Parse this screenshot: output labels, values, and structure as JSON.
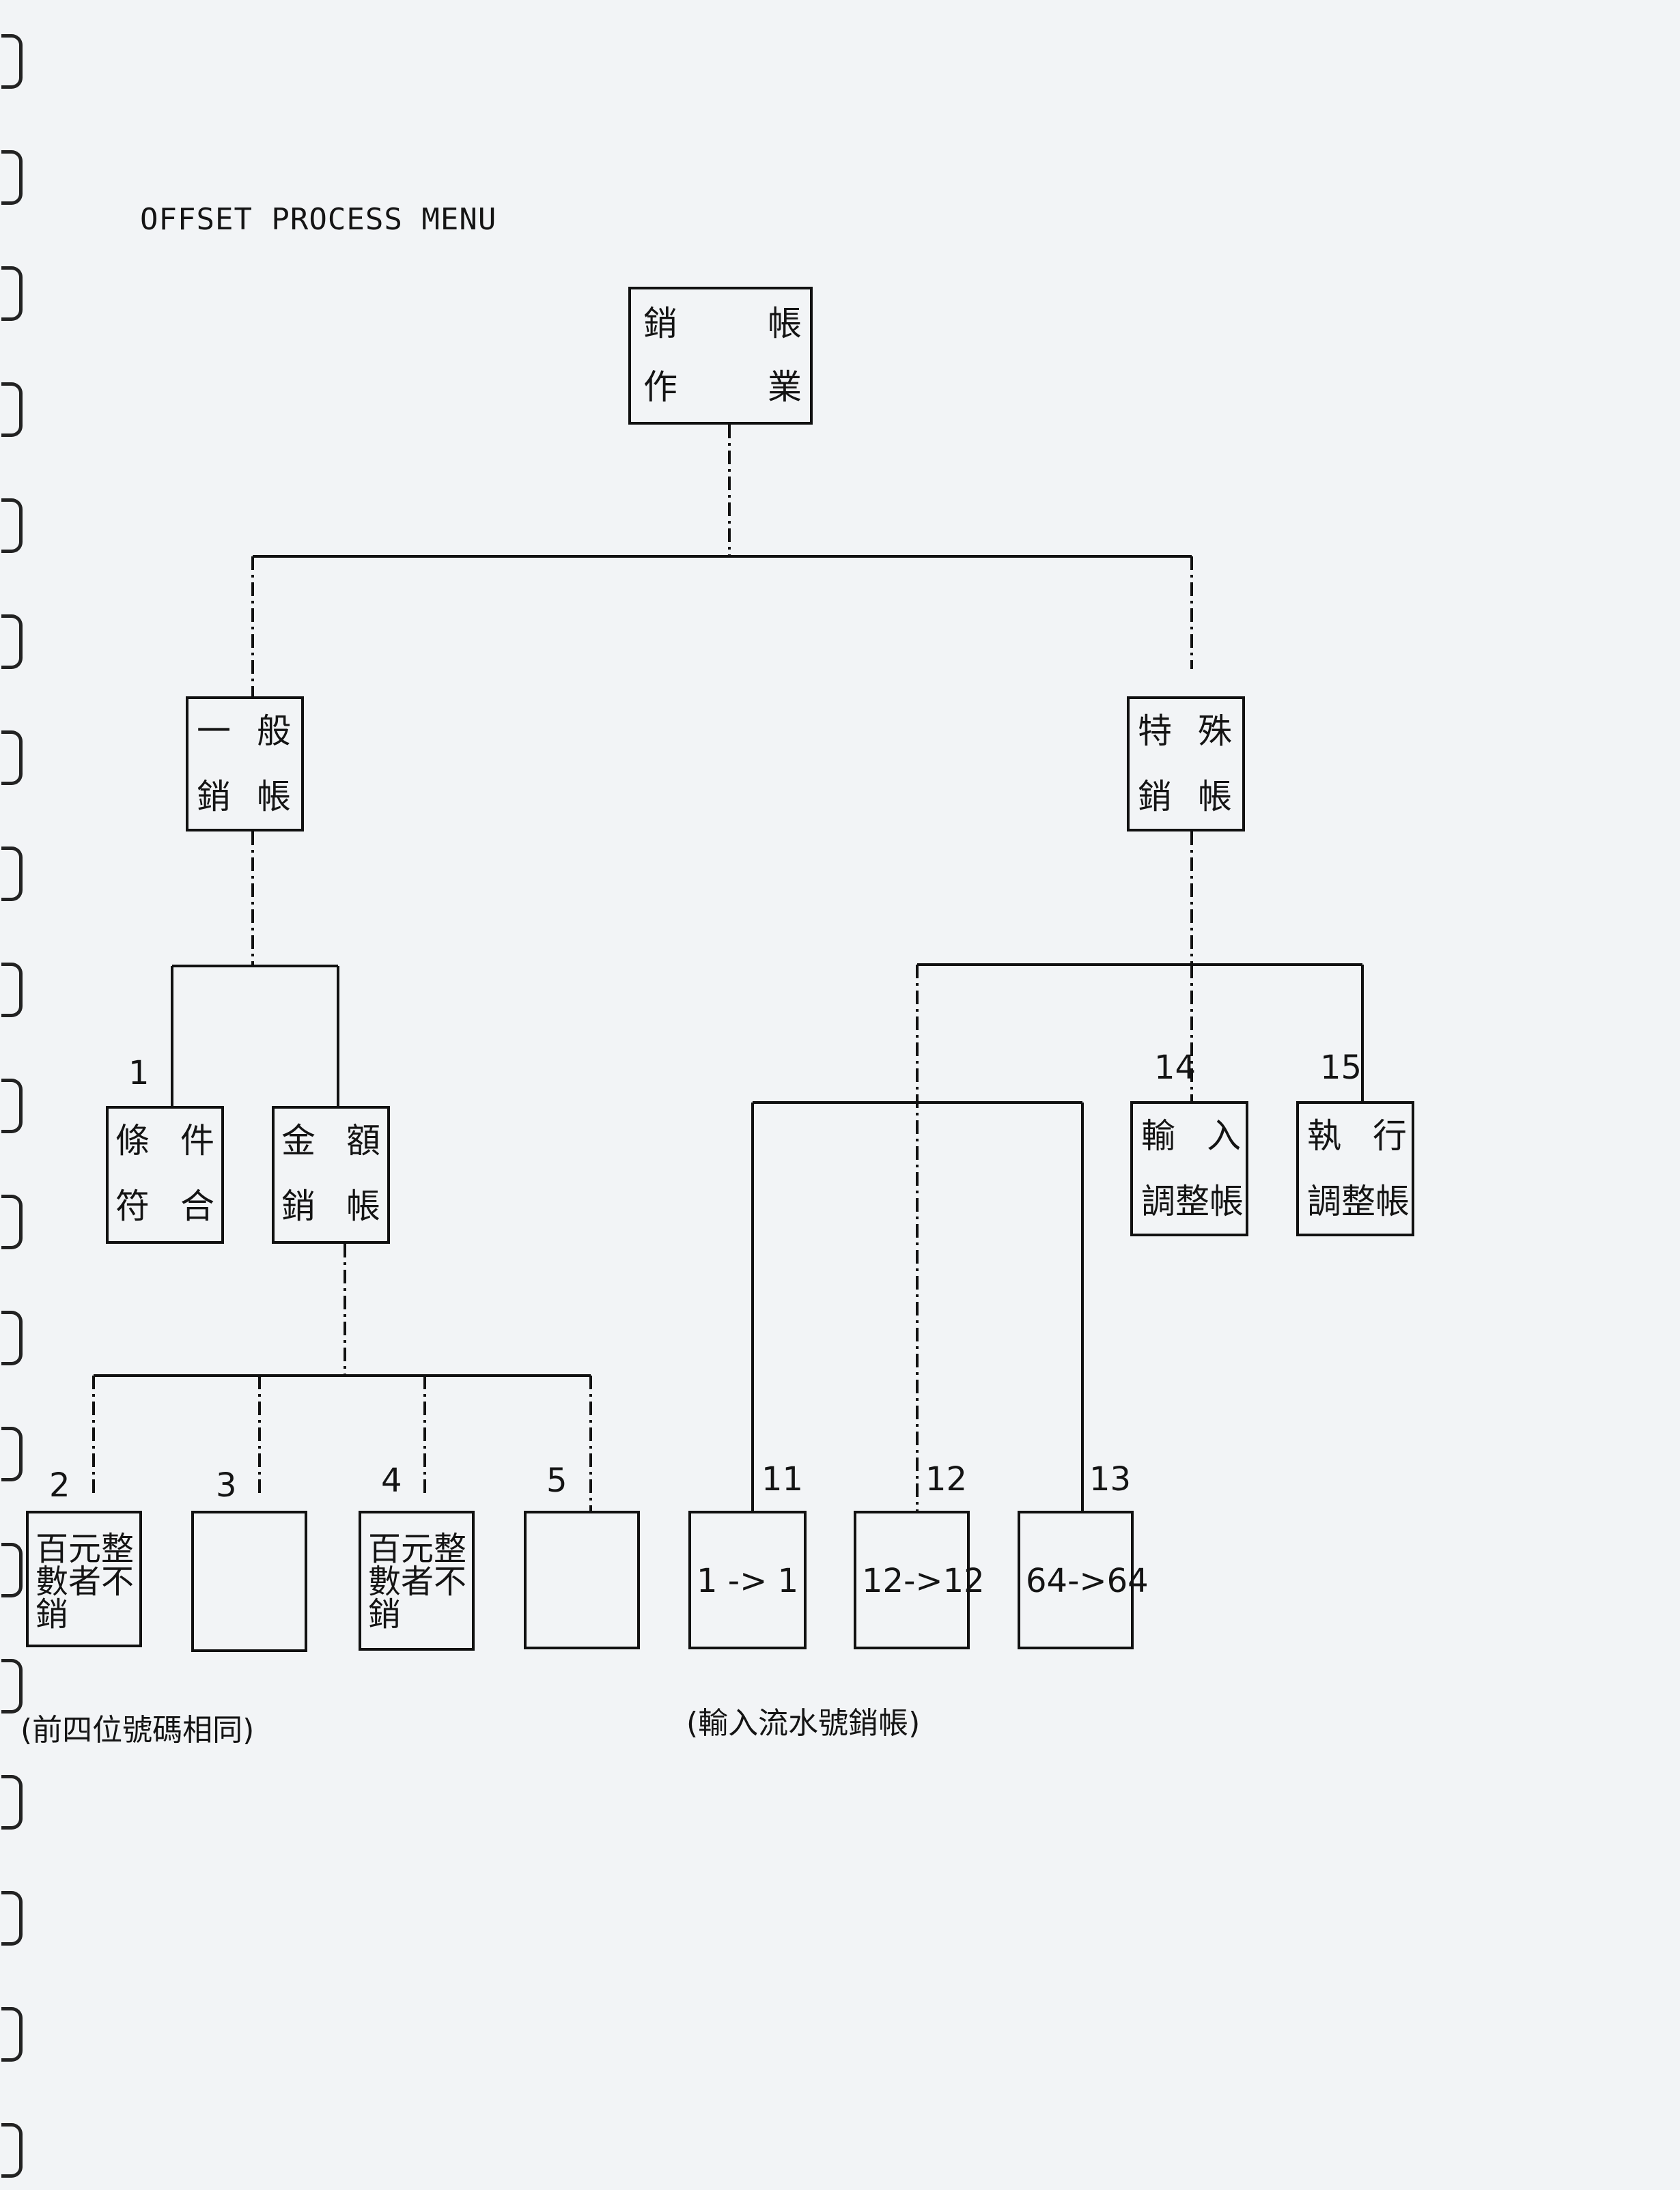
{
  "page": {
    "title": "OFFSET PROCESS MENU",
    "notes": {
      "general_group": "(前四位號碼相同)",
      "serial_group": "(輸入流水號銷帳)"
    }
  },
  "diagram": {
    "root": {
      "lines": [
        [
          "銷",
          "帳"
        ],
        [
          "作",
          "業"
        ]
      ]
    },
    "general": {
      "lines": [
        [
          "一",
          "般"
        ],
        [
          "銷",
          "帳"
        ]
      ]
    },
    "special": {
      "lines": [
        [
          "特",
          "殊"
        ],
        [
          "銷",
          "帳"
        ]
      ]
    },
    "level3": [
      {
        "number": "1",
        "lines": [
          [
            "條",
            "件"
          ],
          [
            "符",
            "合"
          ]
        ]
      },
      {
        "number": "",
        "lines": [
          [
            "金",
            "額"
          ],
          [
            "銷",
            "帳"
          ]
        ]
      },
      {
        "number": "14",
        "lines": [
          [
            "輸",
            "入"
          ],
          [
            "調整帳",
            ""
          ]
        ]
      },
      {
        "number": "15",
        "lines": [
          [
            "執",
            "行"
          ],
          [
            "調整帳",
            ""
          ]
        ]
      }
    ],
    "leaves": [
      {
        "number": "2",
        "text": "百元整\n數者不\n銷"
      },
      {
        "number": "3",
        "text": ""
      },
      {
        "number": "4",
        "text": "百元整\n數者不\n銷"
      },
      {
        "number": "5",
        "text": ""
      },
      {
        "number": "11",
        "text": "1 -> 1"
      },
      {
        "number": "12",
        "text": "12->12"
      },
      {
        "number": "13",
        "text": "64->64"
      }
    ]
  }
}
